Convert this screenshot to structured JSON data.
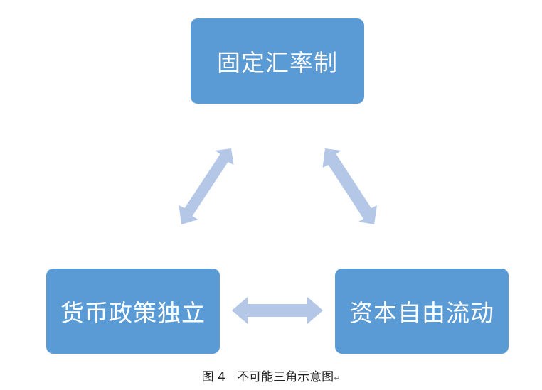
{
  "nodes": {
    "top": "固定汇率制",
    "left": "货币政策独立",
    "right": "资本自由流动"
  },
  "caption": {
    "text": "图 4   不可能三角示意图",
    "mark": "↵"
  },
  "colors": {
    "node_fill": "#5b9bd5",
    "node_text": "#ffffff",
    "arrow_fill": "#b4c7e7"
  }
}
